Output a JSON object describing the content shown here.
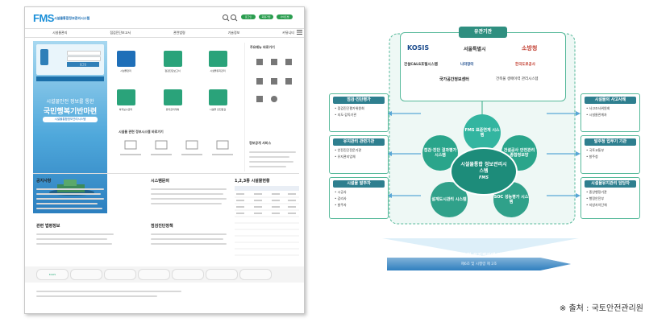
{
  "site": {
    "logo_text": "FMS",
    "logo_sub": "시설물통합정보관리시스템",
    "header_buttons": [
      "로그인",
      "회원가입",
      "사이트맵"
    ],
    "gnb": [
      "시설물관리",
      "점검진단보고서",
      "관련법령",
      "기술정보",
      "커뮤니티"
    ],
    "login_button": "로그인",
    "hero_small": "시설물안전 정보를 통한",
    "hero_big": "국민행복기반마련",
    "hero_badge": "시설물통합정보관리시스템",
    "tiles": [
      "시설물관리",
      "점검진단보고서",
      "시설물유지관리",
      "하자보수관리",
      "유지관리계획",
      "시설물 안전점검"
    ],
    "quick_title": "주요메뉴 바로가기",
    "related_info_title": "시설물 관련 정보시스템 바로가기",
    "open_service_title": "정보공개 서비스",
    "notice_title": "공지사항",
    "system_notice_title": "시스템문의",
    "stats_title": "1,2,3종 시설물현황",
    "law_title": "관련 법령정보",
    "diag_title": "점검진단정책"
  },
  "diagram": {
    "top_box": {
      "title": "유관기관",
      "logos": [
        "KOSIS",
        "서울특별시",
        "소방청",
        "건설CALS포털시스템",
        "나라장터",
        "한국도로공사",
        "건축물 생애이력 관리시스템"
      ],
      "center_label": "국가공간정보센터"
    },
    "center": {
      "main": "시설물통합 정보관리시스템",
      "main_sub": "FMS",
      "satellites": [
        "FMS 표준연계 시스템",
        "건설공사 안전관리 종합정보망",
        "SOC 성능평가 시스템",
        "설계도시관리 시스템",
        "점검·진단 결과평가 시스템"
      ]
    },
    "left_boxes": [
      {
        "title": "점검·진단평가",
        "items": [
          "점검진단평가위원회",
          "지도·감독기관"
        ]
      },
      {
        "title": "유지관리 관련기관",
        "items": [
          "안전진단전문기관",
          "유지관리업체"
        ]
      },
      {
        "title": "시설물 발주자",
        "items": [
          "시공사",
          "감리사",
          "발주자"
        ]
      }
    ],
    "right_boxes": [
      {
        "title": "시설물의 사고사례",
        "items": [
          "사고조사위원회",
          "시설물관계자"
        ]
      },
      {
        "title": "발주청 업무기 기관",
        "items": [
          "국토교통부",
          "발주청"
        ]
      },
      {
        "title": "시설물유지관리 담당자",
        "items": [
          "중앙행정기관",
          "행정안전부",
          "지방자치단체"
        ]
      }
    ],
    "bottom_arrow": {
      "title": "시설물의 안전 및 유지관리에 관한 특별법",
      "sub": "제6조 및 시행령 제 2조"
    },
    "source": "※ 출처 : 국토안전관리원"
  }
}
